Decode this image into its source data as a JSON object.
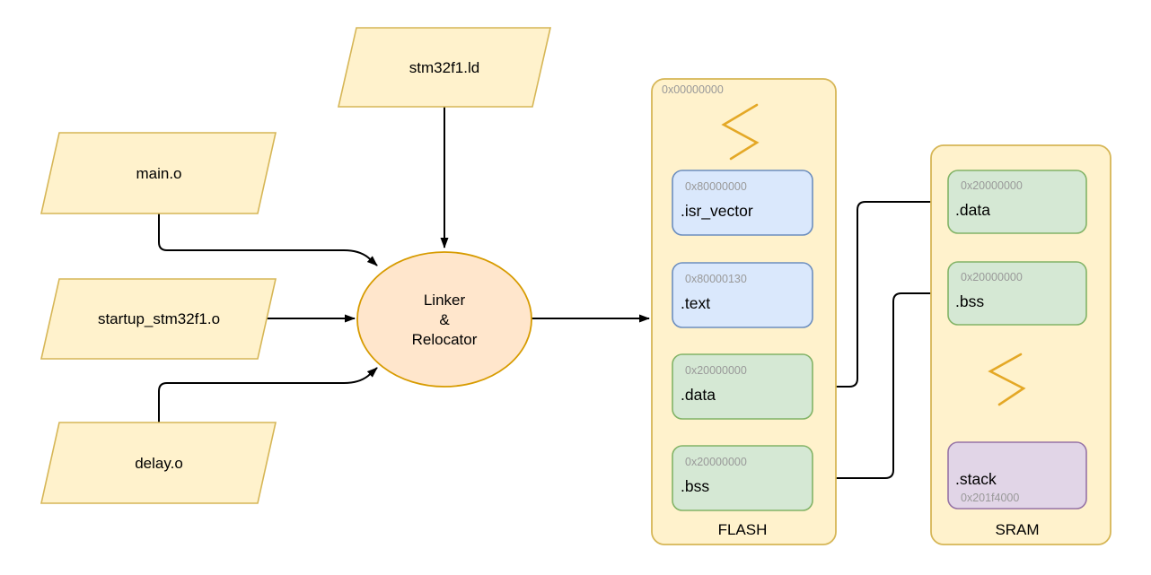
{
  "colors": {
    "yellow_fill": "#FFF2CC",
    "yellow_stroke": "#D6B656",
    "orange_fill": "#FFE6CC",
    "orange_stroke": "#D79B00",
    "blue_fill": "#DAE8FC",
    "blue_stroke": "#6C8EBF",
    "green_fill": "#D5E8D4",
    "green_stroke": "#82B366",
    "purple_fill": "#E1D5E7",
    "purple_stroke": "#9673A6",
    "zigzag_color": "#E4A826",
    "edge_color": "#000000",
    "text_color": "#000000",
    "muted_text": "#999999"
  },
  "inputs": {
    "linker_script": "stm32f1.ld",
    "object_files": [
      "main.o",
      "startup_stm32f1.o",
      "delay.o"
    ]
  },
  "process": {
    "lines": [
      "Linker",
      "&",
      "Relocator"
    ]
  },
  "flash": {
    "label": "FLASH",
    "base_address": "0x00000000",
    "sections": [
      {
        "name": ".isr_vector",
        "address": "0x80000000"
      },
      {
        "name": ".text",
        "address": "0x80000130"
      },
      {
        "name": ".data",
        "address": "0x20000000"
      },
      {
        "name": ".bss",
        "address": "0x20000000"
      }
    ]
  },
  "sram": {
    "label": "SRAM",
    "sections": [
      {
        "name": ".data",
        "address": "0x20000000"
      },
      {
        "name": ".bss",
        "address": "0x20000000"
      },
      {
        "name": ".stack",
        "address": "0x201f4000"
      }
    ]
  }
}
